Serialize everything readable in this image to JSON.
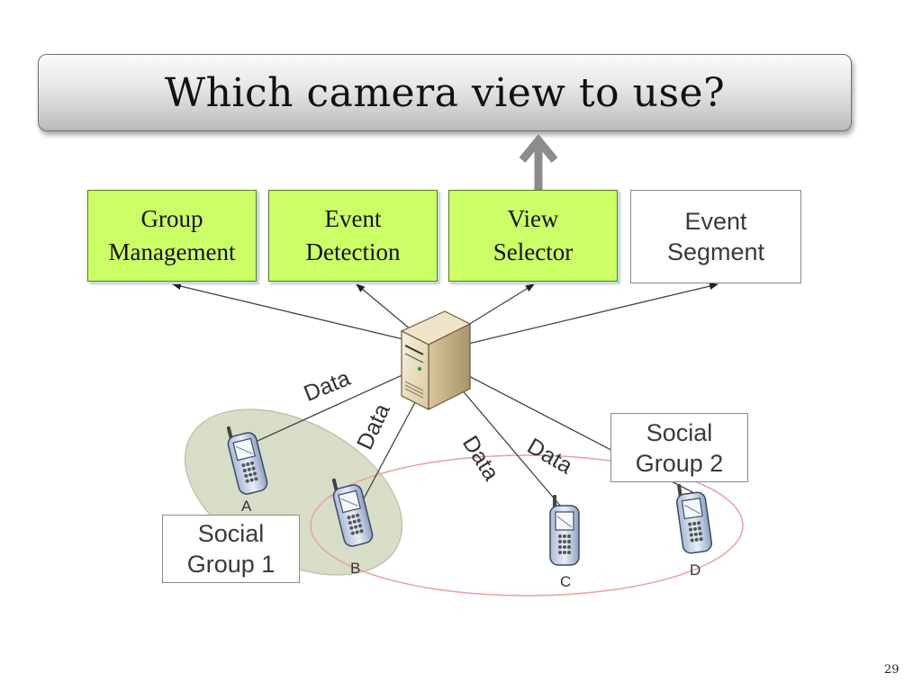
{
  "slide": {
    "title": "Which camera view to use?",
    "page_number": "29"
  },
  "modules": [
    {
      "line1": "Group",
      "line2": "Management"
    },
    {
      "line1": "Event",
      "line2": "Detection"
    },
    {
      "line1": "View",
      "line2": "Selector"
    },
    {
      "line1": "Event",
      "line2": "Segment"
    }
  ],
  "data_labels": [
    "Data",
    "Data",
    "Data",
    "Data"
  ],
  "devices": [
    "A",
    "B",
    "C",
    "D"
  ],
  "social_groups": [
    {
      "line1": "Social",
      "line2": "Group 1"
    },
    {
      "line1": "Social",
      "line2": "Group 2"
    }
  ],
  "colors": {
    "module_green": "#ccff66",
    "group1_fill": "#d6dcc6",
    "group2_stroke": "#e8a0a0",
    "arrow_gray": "#8c8c8c"
  },
  "icons": [
    "server-icon",
    "mobile-phone-icon"
  ]
}
